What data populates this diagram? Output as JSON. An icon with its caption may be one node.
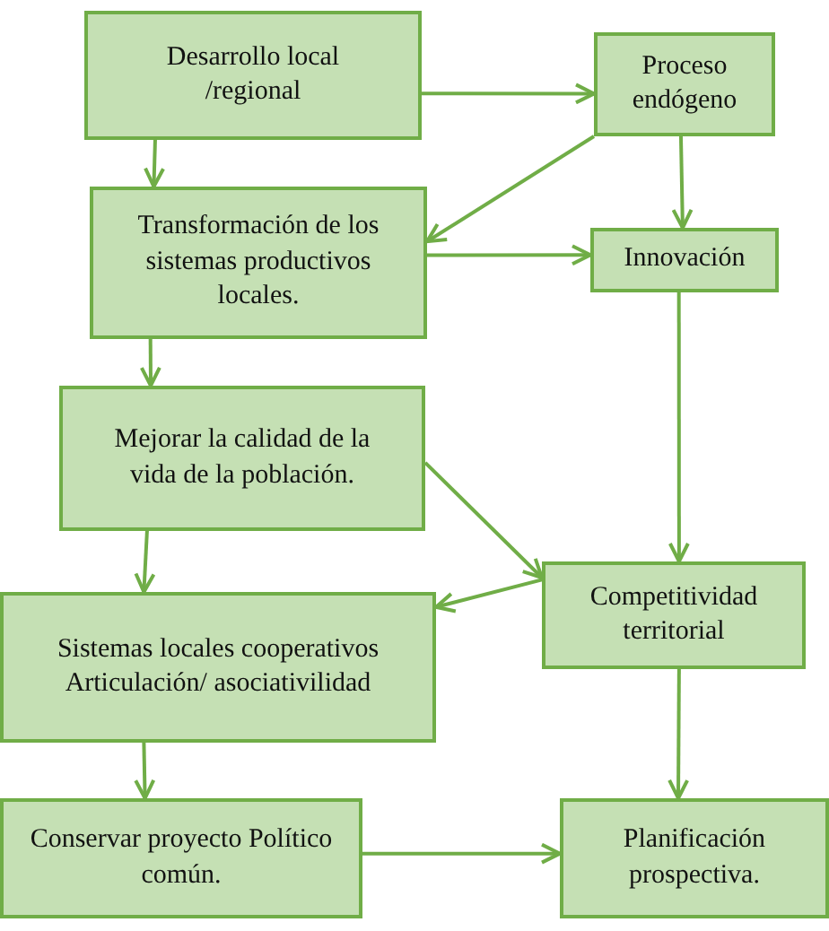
{
  "diagram": {
    "nodes": [
      {
        "text": [
          "Desarrollo local /regional"
        ]
      },
      {
        "text": [
          "Proceso endógeno"
        ]
      },
      {
        "text": [
          "Transformación de los sistemas productivos locales."
        ]
      },
      {
        "text": [
          "Innovación"
        ]
      },
      {
        "text": [
          "Mejorar la calidad de la vida de la población."
        ]
      },
      {
        "text": [
          "Competitividad territorial"
        ]
      },
      {
        "text": [
          "Sistemas locales cooperativos Articulación/ asociativilidad"
        ]
      },
      {
        "text": [
          "Conservar proyecto Político común."
        ]
      },
      {
        "text": [
          "Planificación prospectiva."
        ]
      }
    ],
    "edges": [
      {
        "from": 0,
        "to": 1,
        "arrow": "to"
      },
      {
        "from": 0,
        "to": 2,
        "arrow": "to"
      },
      {
        "from": 1,
        "to": 2,
        "arrow": "to"
      },
      {
        "from": 1,
        "to": 3,
        "arrow": "to"
      },
      {
        "from": 2,
        "to": 3,
        "arrow": "to"
      },
      {
        "from": 2,
        "to": 4,
        "arrow": "to"
      },
      {
        "from": 3,
        "to": 5,
        "arrow": "to"
      },
      {
        "from": 4,
        "to": 5,
        "arrow": "to"
      },
      {
        "from": 4,
        "to": 6,
        "arrow": "to"
      },
      {
        "from": 5,
        "to": 6,
        "arrow": "to"
      },
      {
        "from": 5,
        "to": 8,
        "arrow": "to"
      },
      {
        "from": 6,
        "to": 7,
        "arrow": "to"
      },
      {
        "from": 7,
        "to": 8,
        "arrow": "to"
      }
    ]
  }
}
